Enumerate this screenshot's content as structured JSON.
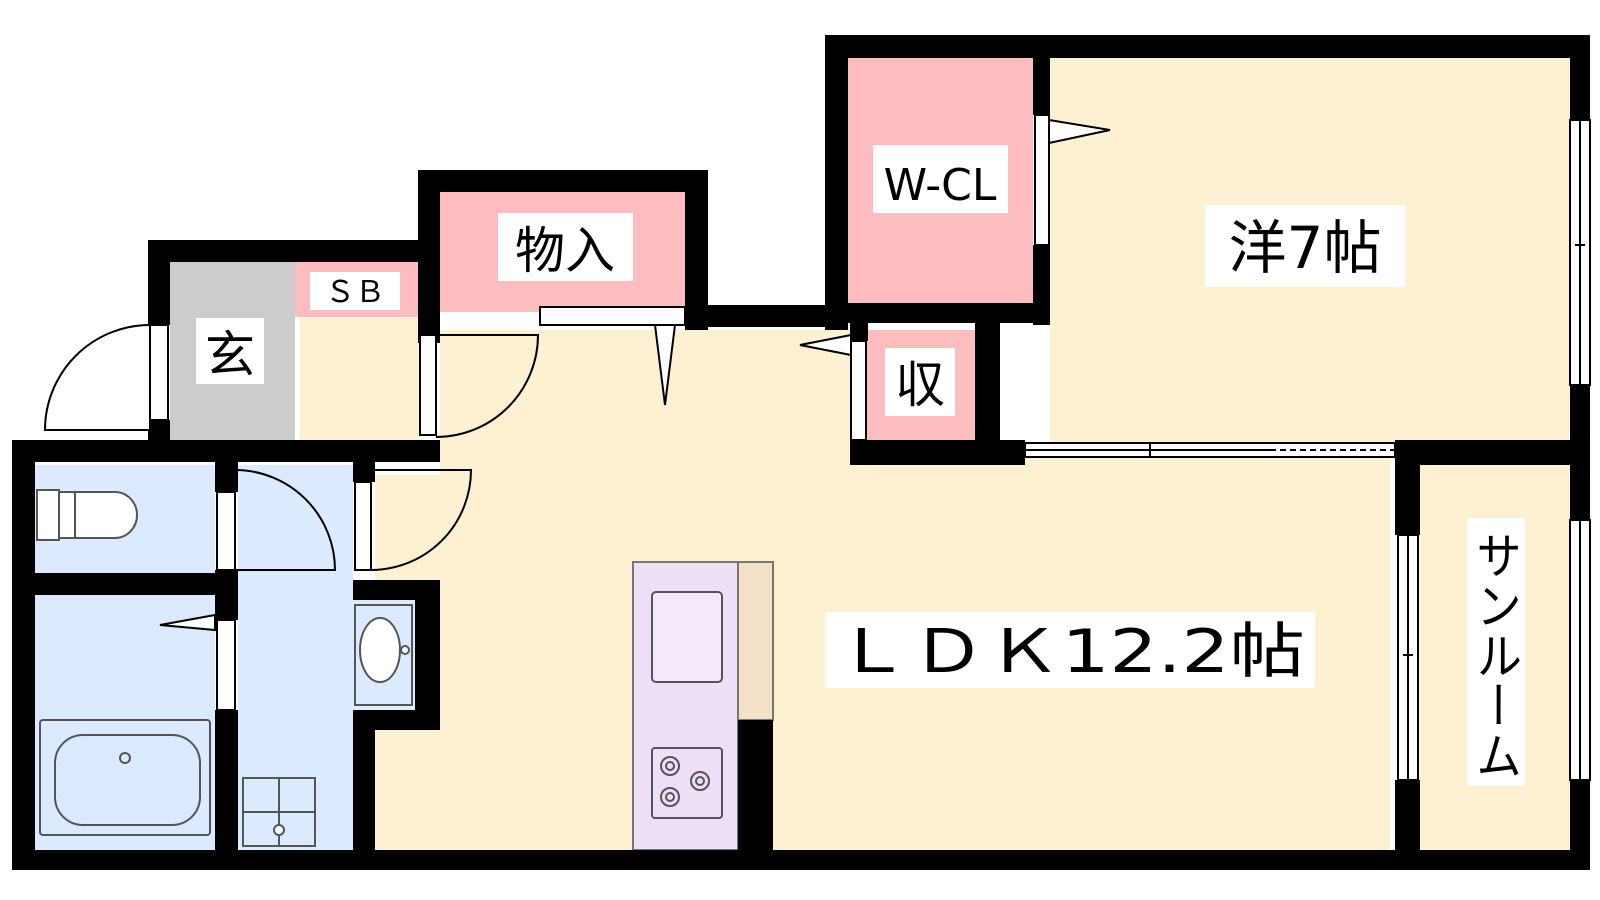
{
  "floorplan": {
    "rooms": {
      "western": {
        "label": "洋7帖",
        "kind": "western-room"
      },
      "ldk": {
        "label": "ＬＤＫ12.2帖",
        "kind": "living-dining-kitchen"
      },
      "walk_in_closet": {
        "label": "W-CL",
        "kind": "walk-in-closet"
      },
      "storage": {
        "label": "物入",
        "kind": "storage"
      },
      "shoe_box": {
        "label": "ＳＢ",
        "kind": "shoe-box"
      },
      "entrance": {
        "label": "玄",
        "kind": "entrance"
      },
      "closet": {
        "label": "収",
        "kind": "closet"
      },
      "sunroom": {
        "label": "サンルーム",
        "kind": "sunroom"
      }
    },
    "colors": {
      "room_floor": "#fdf1d2",
      "storage_pink": "#fdbcbd",
      "wet_area_blue": "#dbeaff",
      "entrance_gray": "#cccccc",
      "kitchen_lilac": "#ede0f6",
      "counter_beige": "#f2e1c6",
      "wall": "#000000"
    }
  }
}
